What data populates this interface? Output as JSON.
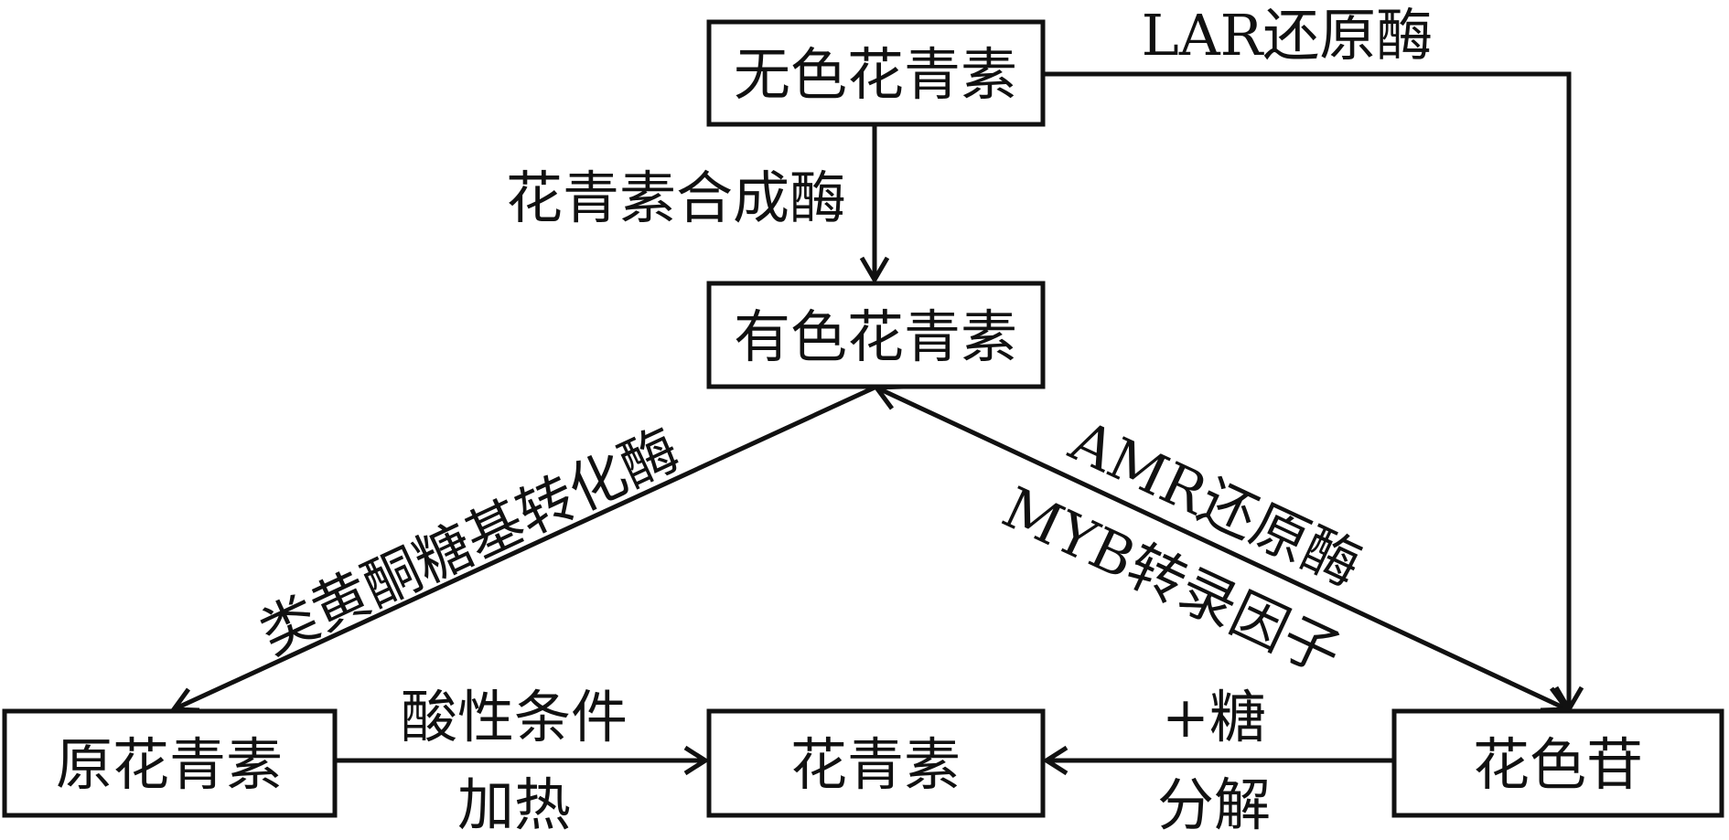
{
  "nodes": {
    "leucoanthocyanidin": "无色花青素",
    "colored_anthocyanidin": "有色花青素",
    "proanthocyanidin": "原花青素",
    "anthocyanidin": "花青素",
    "anthocyanin": "花色苷"
  },
  "edges": {
    "lar": "LAR还原酶",
    "ans": "花青素合成酶",
    "ufgt": "类黄酮糖基转化酶",
    "amr": "AMR还原酶",
    "myb": "MYB转录因子",
    "acid": "酸性条件",
    "heat": "加热",
    "plus_sugar": "+糖",
    "decompose": "分解"
  }
}
